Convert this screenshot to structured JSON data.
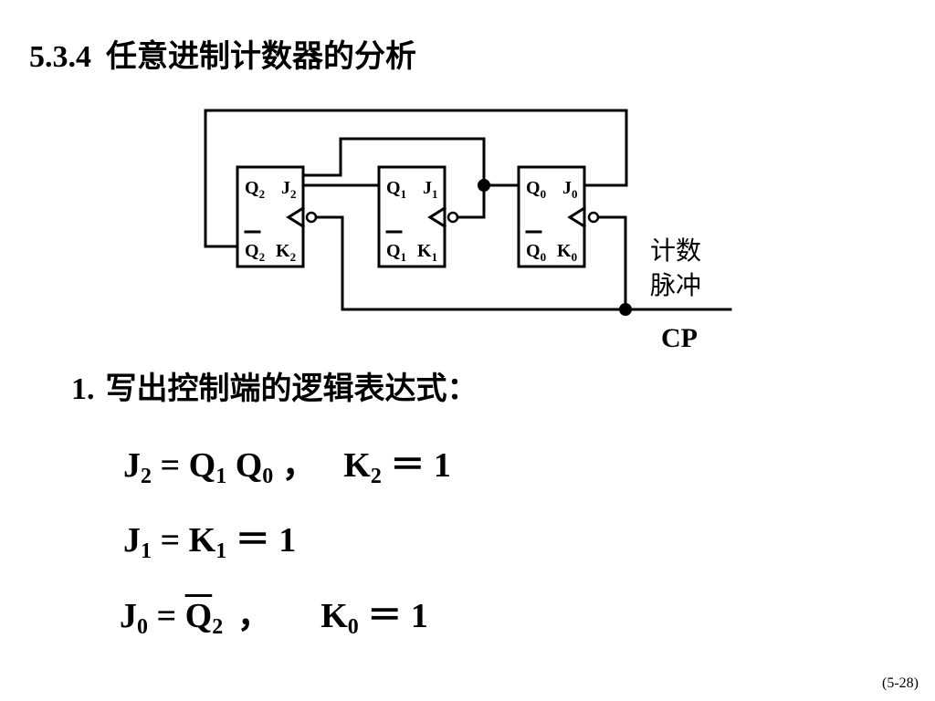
{
  "title": {
    "number": "5.3.4",
    "text": "任意进制计数器的分析"
  },
  "circuit": {
    "flipflops": [
      {
        "q": "Q",
        "qsub": "2",
        "j": "J",
        "jsub": "2",
        "k": "K",
        "ksub": "2"
      },
      {
        "q": "Q",
        "qsub": "1",
        "j": "J",
        "jsub": "1",
        "k": "K",
        "ksub": "1"
      },
      {
        "q": "Q",
        "qsub": "0",
        "j": "J",
        "jsub": "0",
        "k": "K",
        "ksub": "0"
      }
    ],
    "pulse_label_line1": "计数",
    "pulse_label_line2": "脉冲",
    "clock_label": "CP"
  },
  "section": {
    "number": "1.",
    "text": "写出控制端的逻辑表达式："
  },
  "equations": {
    "eq1": {
      "j": "J",
      "jsub": "2",
      "eq": "=",
      "q1": "Q",
      "q1sub": "1",
      "q0": "Q",
      "q0sub": "0",
      "comma": "，",
      "k": "K",
      "ksub": "2",
      "keq": "＝",
      "kval": "1"
    },
    "eq2": {
      "j": "J",
      "jsub": "1",
      "eq": "=",
      "k": "K",
      "ksub": "1",
      "keq": "＝",
      "kval": "1"
    },
    "eq3": {
      "j": "J",
      "jsub": "0",
      "eq": "=",
      "q": "Q",
      "qsub": "2",
      "comma": "，",
      "k": "K",
      "ksub": "0",
      "keq": "＝",
      "kval": "1"
    }
  },
  "page_number": "(5-28)"
}
